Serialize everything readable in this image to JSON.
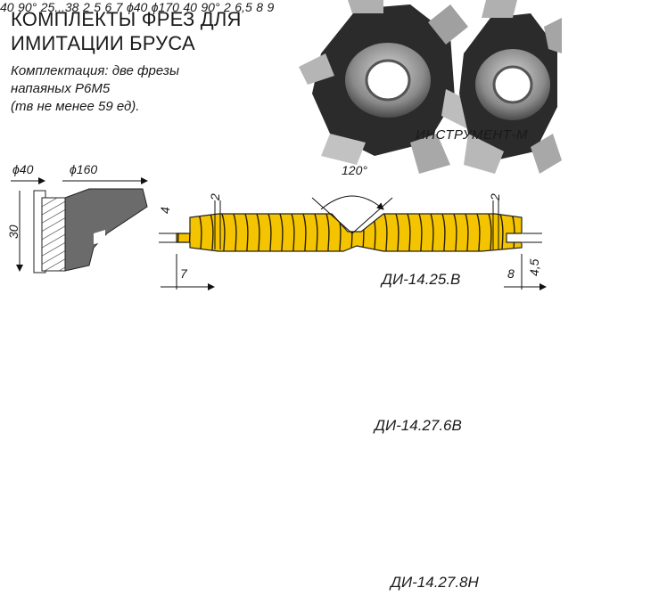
{
  "title": {
    "line1": "КОМПЛЕКТЫ ФРЕЗ ДЛЯ",
    "line2": "ИМИТАЦИИ БРУСА"
  },
  "description": {
    "line1": "Комплектация: две фрезы",
    "line2": "напаяных Р6М5",
    "line3": "(тв не менее 59 ед)."
  },
  "brand": "ИНСТРУМЕНТ-М",
  "sets": [
    {
      "model": "ДИ-14.25.В",
      "cutter": {
        "bore": "ϕ40",
        "diameter": "ϕ160",
        "height": "30"
      },
      "dims": {
        "angle": "120°",
        "gap_left": "2",
        "gap_right": "2",
        "groove_depth": "4",
        "tongue_left": "7",
        "tongue_right": "8",
        "right_height": "4,5"
      }
    },
    {
      "model": "ДИ-14.27.6В",
      "cutter": {
        "height": "40"
      },
      "dims": {
        "angle": "90°",
        "thickness": "25...38",
        "groove": "5",
        "gap": "2",
        "tongue_left": "6",
        "tongue_right": "7"
      }
    },
    {
      "model": "ДИ-14.27.8Н",
      "cutter": {
        "bore": "ϕ40",
        "diameter": "ϕ170",
        "height": "40"
      },
      "dims": {
        "angle": "90°",
        "gap": "2",
        "groove": "6,5",
        "tongue_left": "8",
        "tongue_right": "9"
      }
    }
  ],
  "colors": {
    "wood": "#f4c400",
    "grain": "#2a2000",
    "cutter": "#6b6b6b",
    "hatch": "#333333"
  }
}
